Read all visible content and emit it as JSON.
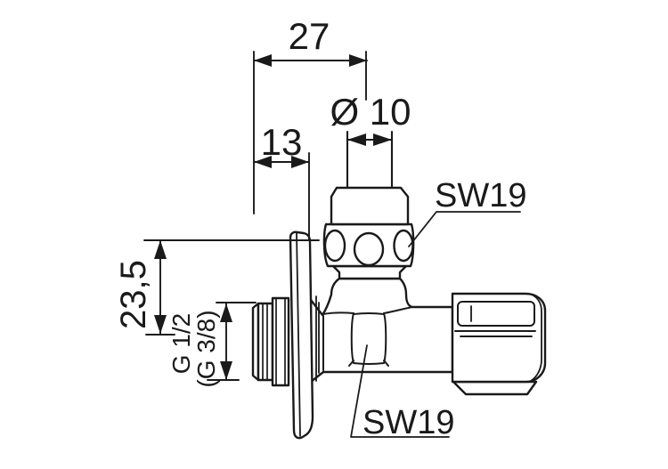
{
  "labels": {
    "dim_overall_depth": "27",
    "dim_wall_depth": "13",
    "dim_spindle_diameter": "Ø 10",
    "dim_axis_offset": "23,5",
    "thread_size": "G 1/2",
    "thread_size_alt": "(G 3/8)",
    "wrench_size_top": "SW19",
    "wrench_size_bottom": "SW19"
  },
  "style": {
    "line_color": "#1a1a1a",
    "background_color": "#ffffff"
  }
}
